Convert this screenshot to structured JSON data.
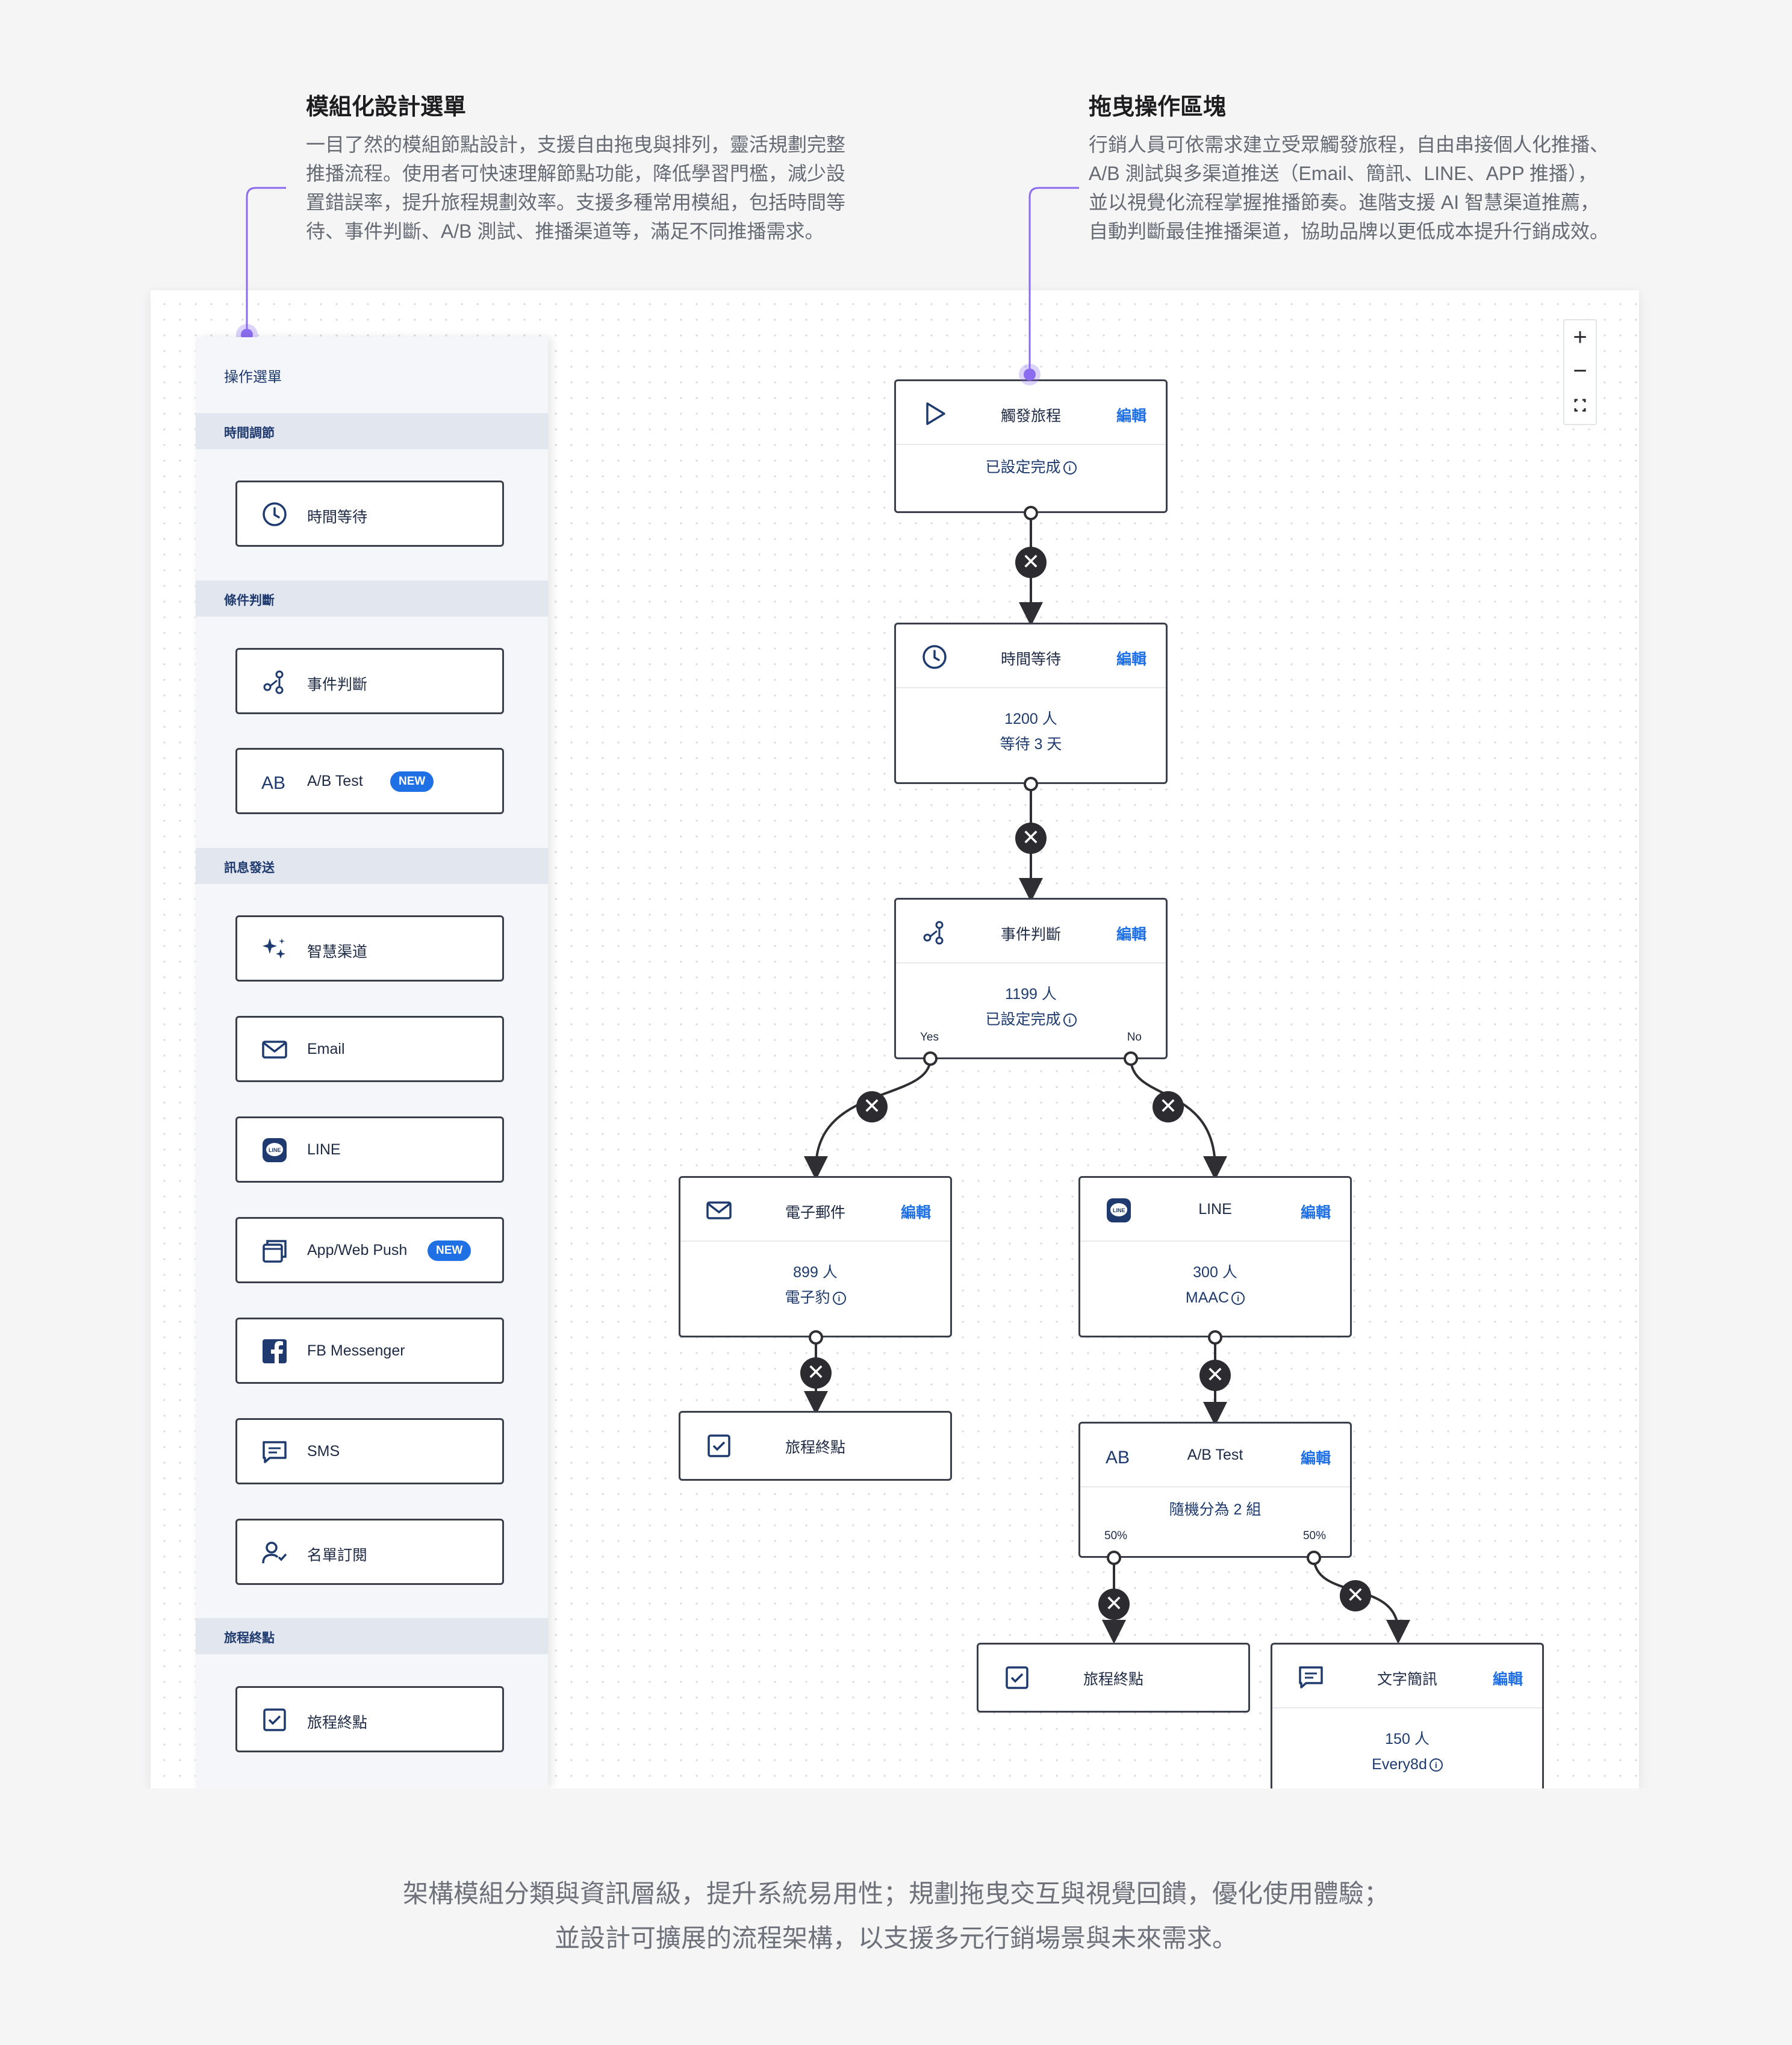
{
  "annotations": {
    "left": {
      "title": "模組化設計選單",
      "lines": [
        "一目了然的模組節點設計，支援自由拖曳與排列，靈活規劃完整",
        "推播流程。使用者可快速理解節點功能，降低學習門檻，減少設",
        "置錯誤率，提升旅程規劃效率。支援多種常用模組，包括時間等",
        "待、事件判斷、A/B 測試、推播渠道等，滿足不同推播需求。"
      ]
    },
    "right": {
      "title": "拖曳操作區塊",
      "lines": [
        "行銷人員可依需求建立受眾觸發旅程，自由串接個人化推播、",
        "A/B 測試與多渠道推送（Email、簡訊、LINE、APP 推播），",
        "並以視覺化流程掌握推播節奏。進階支援 AI 智慧渠道推薦，",
        "自動判斷最佳推播渠道，協助品牌以更低成本提升行銷成效。"
      ]
    },
    "accent_color": "#8b6cf0"
  },
  "sidebar": {
    "title": "操作選單",
    "categories": [
      {
        "label": "時間調節",
        "items": [
          {
            "label": "時間等待",
            "icon": "clock-icon"
          }
        ]
      },
      {
        "label": "條件判斷",
        "items": [
          {
            "label": "事件判斷",
            "icon": "branch-icon"
          },
          {
            "label": "A/B Test",
            "icon": "ab-icon",
            "badge": "NEW"
          }
        ]
      },
      {
        "label": "訊息發送",
        "items": [
          {
            "label": "智慧渠道",
            "icon": "sparkle-icon"
          },
          {
            "label": "Email",
            "icon": "mail-icon"
          },
          {
            "label": "LINE",
            "icon": "line-icon"
          },
          {
            "label": "App/Web Push",
            "icon": "push-icon",
            "badge": "NEW"
          },
          {
            "label": "FB Messenger",
            "icon": "facebook-icon"
          },
          {
            "label": "SMS",
            "icon": "sms-icon"
          },
          {
            "label": "名單訂閱",
            "icon": "subscribe-icon"
          }
        ]
      },
      {
        "label": "旅程終點",
        "items": [
          {
            "label": "旅程終點",
            "icon": "check-icon"
          }
        ]
      }
    ]
  },
  "flow": {
    "edit_label": "編輯",
    "trigger": {
      "title": "觸發旅程",
      "status": "已設定完成",
      "icon": "play-icon"
    },
    "wait": {
      "title": "時間等待",
      "count": "1200 人",
      "detail": "等待 3 天",
      "icon": "clock-icon"
    },
    "event": {
      "title": "事件判斷",
      "count": "1199 人",
      "status": "已設定完成",
      "yes": "Yes",
      "no": "No",
      "icon": "branch-icon"
    },
    "email": {
      "title": "電子郵件",
      "count": "899 人",
      "detail": "電子豹",
      "icon": "mail-icon"
    },
    "line": {
      "title": "LINE",
      "count": "300 人",
      "detail": "MAAC",
      "icon": "line-icon"
    },
    "end1": {
      "title": "旅程終點",
      "icon": "check-icon"
    },
    "ab": {
      "title": "A/B Test",
      "detail": "隨機分為 2 組",
      "left_pct": "50%",
      "right_pct": "50%",
      "icon": "ab-icon"
    },
    "end2": {
      "title": "旅程終點",
      "icon": "check-icon"
    },
    "sms": {
      "title": "文字簡訊",
      "count": "150 人",
      "detail": "Every8d",
      "icon": "sms-icon"
    }
  },
  "zoom_controls": {
    "zoom_in": "+",
    "zoom_out": "−"
  },
  "footer": {
    "lines": [
      "架構模組分類與資訊層級，提升系統易用性；規劃拖曳交互與視覺回饋，優化使用體驗；",
      "並設計可擴展的流程架構，以支援多元行銷場景與未來需求。"
    ]
  }
}
